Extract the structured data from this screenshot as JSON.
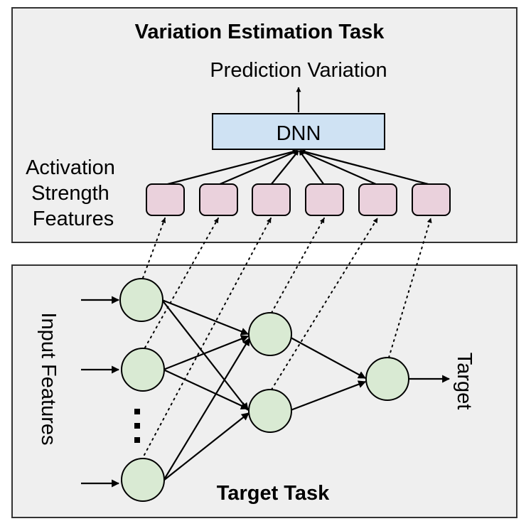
{
  "top_panel": {
    "title": "Variation Estimation Task",
    "output_label": "Prediction Variation",
    "dnn_label": "DNN",
    "features_label_lines": [
      "Activation",
      "Strength",
      "Features"
    ]
  },
  "bottom_panel": {
    "title": "Target Task",
    "input_label": "Input Features",
    "output_label": "Target"
  },
  "colors": {
    "panel_fill": "#efefef",
    "dnn_fill": "#cfe2f3",
    "feature_fill": "#ead1dc",
    "neuron_fill": "#d9ead3"
  }
}
